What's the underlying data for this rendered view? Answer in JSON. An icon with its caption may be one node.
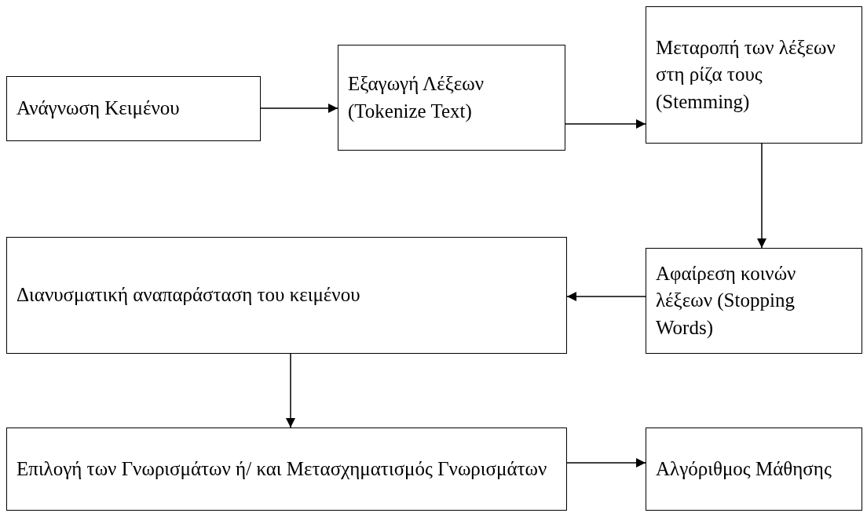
{
  "diagram": {
    "nodes": [
      {
        "text": [
          "Ανάγνωση Κειμένου"
        ]
      },
      {
        "text": [
          "Εξαγωγή Λέξεων (Tokenize Text)"
        ]
      },
      {
        "text": [
          "Μεταροπή των λέξεων στη ρίζα τους (Stemming)"
        ]
      },
      {
        "text": [
          "Αφαίρεση κοινών λέξεων (Stopping Words)"
        ]
      },
      {
        "text": [
          "Διανυσματική αναπαράσταση του κειμένου"
        ]
      },
      {
        "text": [
          "Επιλογή των Γνωρισμάτων ή/ και Μετασχηματισμός Γνωρισμάτων"
        ]
      },
      {
        "text": [
          "Αλγόριθμος Μάθησης"
        ]
      }
    ],
    "edges": [
      {
        "from": 0,
        "to": 1,
        "arrow": "to"
      },
      {
        "from": 1,
        "to": 2,
        "arrow": "to"
      },
      {
        "from": 2,
        "to": 3,
        "arrow": "to"
      },
      {
        "from": 3,
        "to": 4,
        "arrow": "to"
      },
      {
        "from": 4,
        "to": 5,
        "arrow": "to"
      },
      {
        "from": 5,
        "to": 6,
        "arrow": "to"
      }
    ]
  }
}
